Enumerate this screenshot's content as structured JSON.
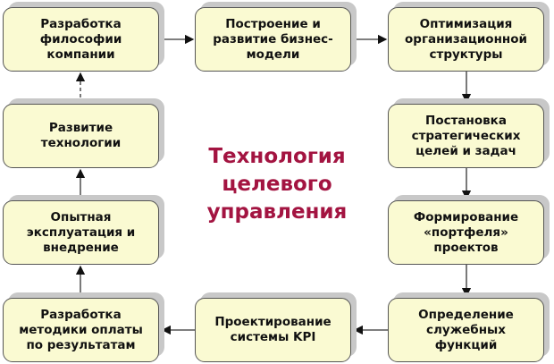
{
  "title": "Технология целевого управления",
  "steps": [
    "Разработка философии компании",
    "Построение и развитие бизнес-модели",
    "Оптимизация организационной структуры",
    "Постановка стратегических целей и задач",
    "Формирование «портфеля» проектов",
    "Определение служебных функций",
    "Проектирование системы KPI",
    "Разработка методики оплаты по результатам",
    "Опытная эксплуатация и внедрение",
    "Развитие технологии"
  ],
  "colors": {
    "box_fill": "#fafad2",
    "title": "#a31441"
  }
}
